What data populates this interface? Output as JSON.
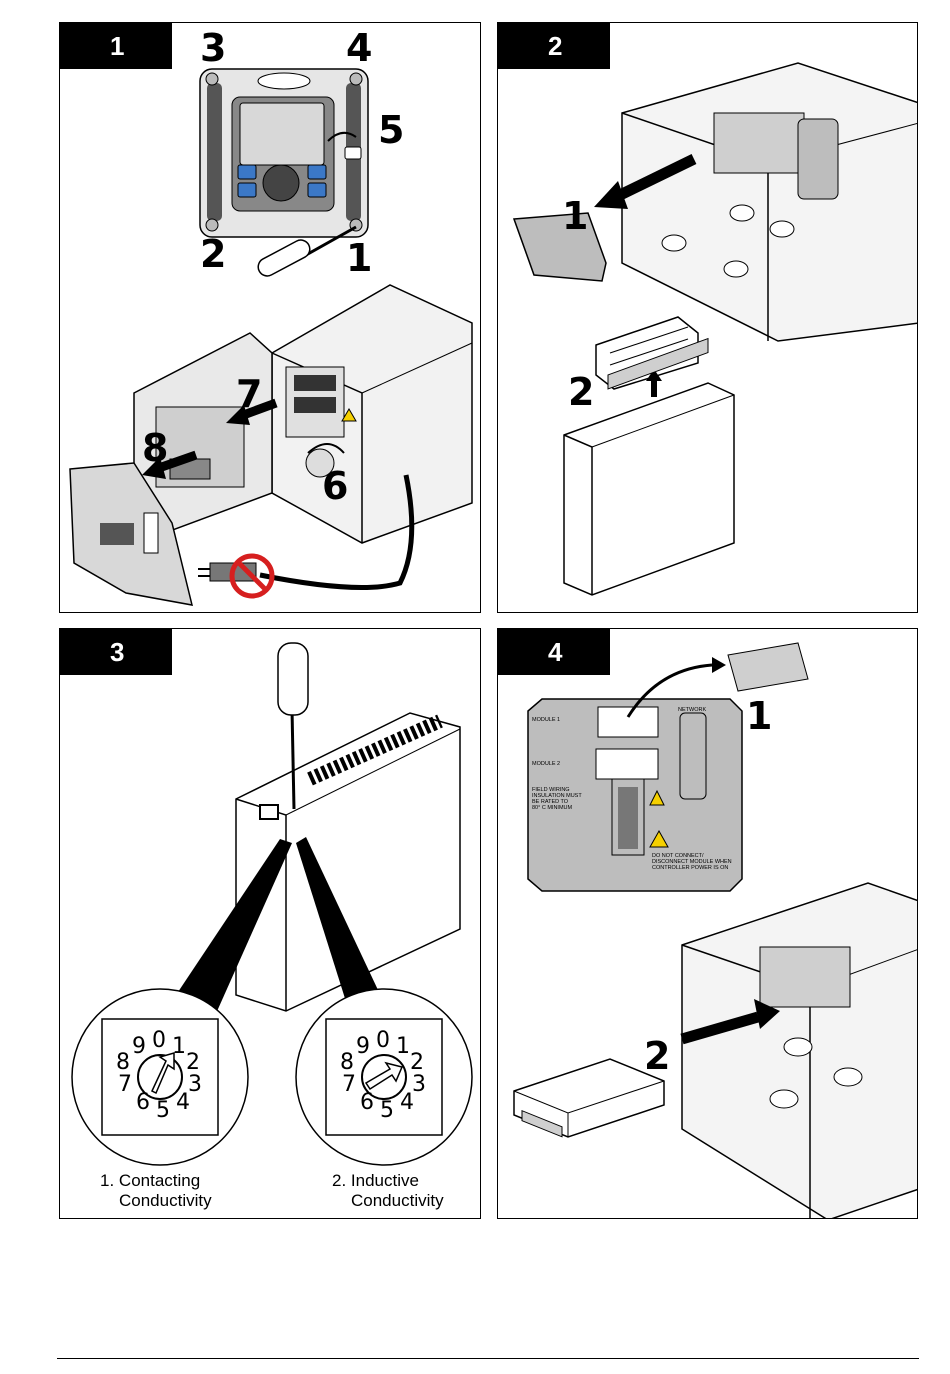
{
  "panels": [
    {
      "step": "1",
      "callouts": {
        "screw_bottom_right": "1",
        "screw_bottom_left": "2",
        "screw_top_left": "3",
        "screw_top_right": "4",
        "rotate_cover": "5",
        "rotate_latch": "6",
        "pull_module_out": "7",
        "pull_cover": "8"
      }
    },
    {
      "step": "2",
      "callouts": {
        "remove_cover": "1",
        "remove_connector": "2"
      }
    },
    {
      "step": "3",
      "captions": [
        {
          "number": "1.",
          "line1": "Contacting",
          "line2": "Conductivity"
        },
        {
          "number": "2.",
          "line1": "Inductive",
          "line2": "Conductivity"
        }
      ]
    },
    {
      "step": "4",
      "callouts": {
        "remove_plate": "1",
        "insert_module": "2"
      },
      "label_plate": {
        "module_1": "MODULE 1",
        "module_2": "MODULE 2",
        "network": "NETWORK",
        "field_wiring": [
          "FIELD WIRING",
          "INSULATION MUST",
          "BE RATED TO",
          "80° C MINIMUM"
        ],
        "warning": [
          "DO NOT CONNECT/",
          "DISCONNECT MODULE WHEN",
          "CONTROLLER POWER IS ON"
        ]
      }
    }
  ]
}
